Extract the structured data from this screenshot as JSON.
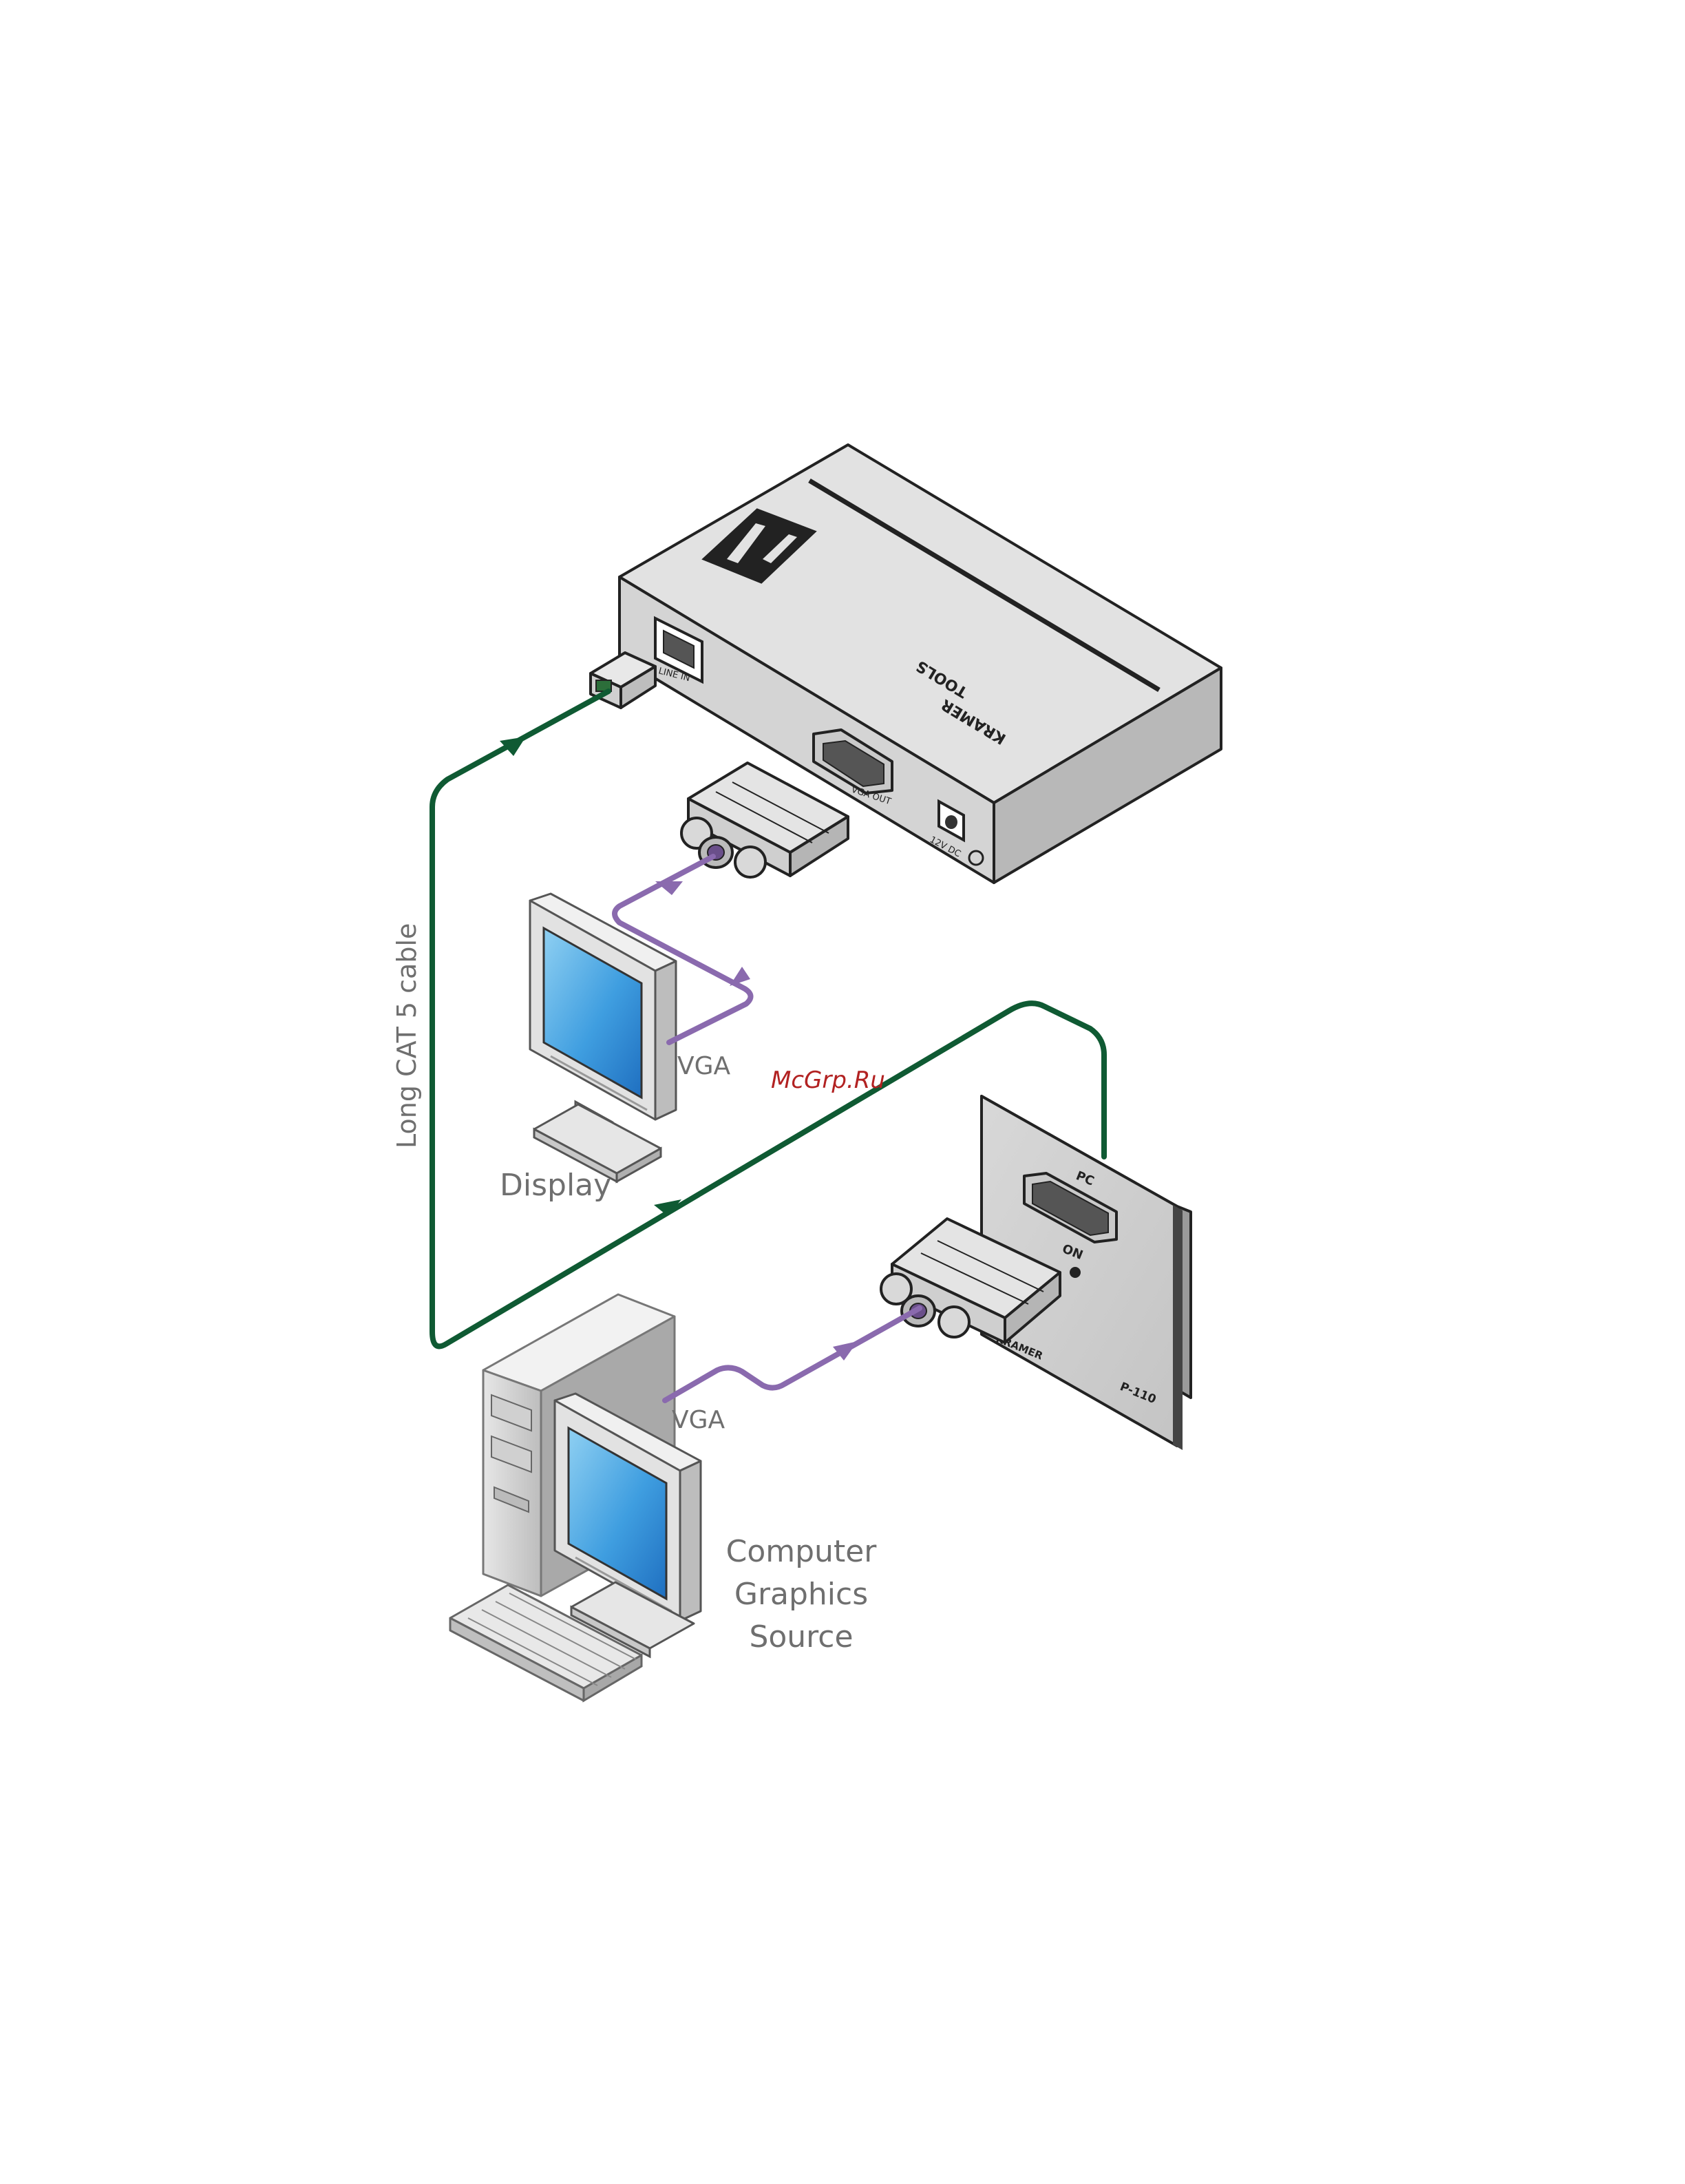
{
  "labels": {
    "cable": "Long CAT 5 cable",
    "display": "Display",
    "vga_top": "VGA",
    "vga_bottom": "VGA",
    "source_line1": "Computer",
    "source_line2": "Graphics",
    "source_line3": "Source",
    "watermark": "McGrp.Ru"
  },
  "receiver": {
    "brand": "KRAMER",
    "series": "TOOLS",
    "port_line_in": "LINE IN",
    "port_vga_out": "VGA OUT",
    "port_power": "12V DC"
  },
  "wallplate": {
    "port_pc": "PC",
    "led_on": "ON",
    "brand": "KRAMER",
    "model": "P-110"
  },
  "colors": {
    "cat5_cable": "#0f5a33",
    "vga_cable": "#8a6aae",
    "label_text": "#6f6f6f",
    "watermark": "#b22222"
  }
}
